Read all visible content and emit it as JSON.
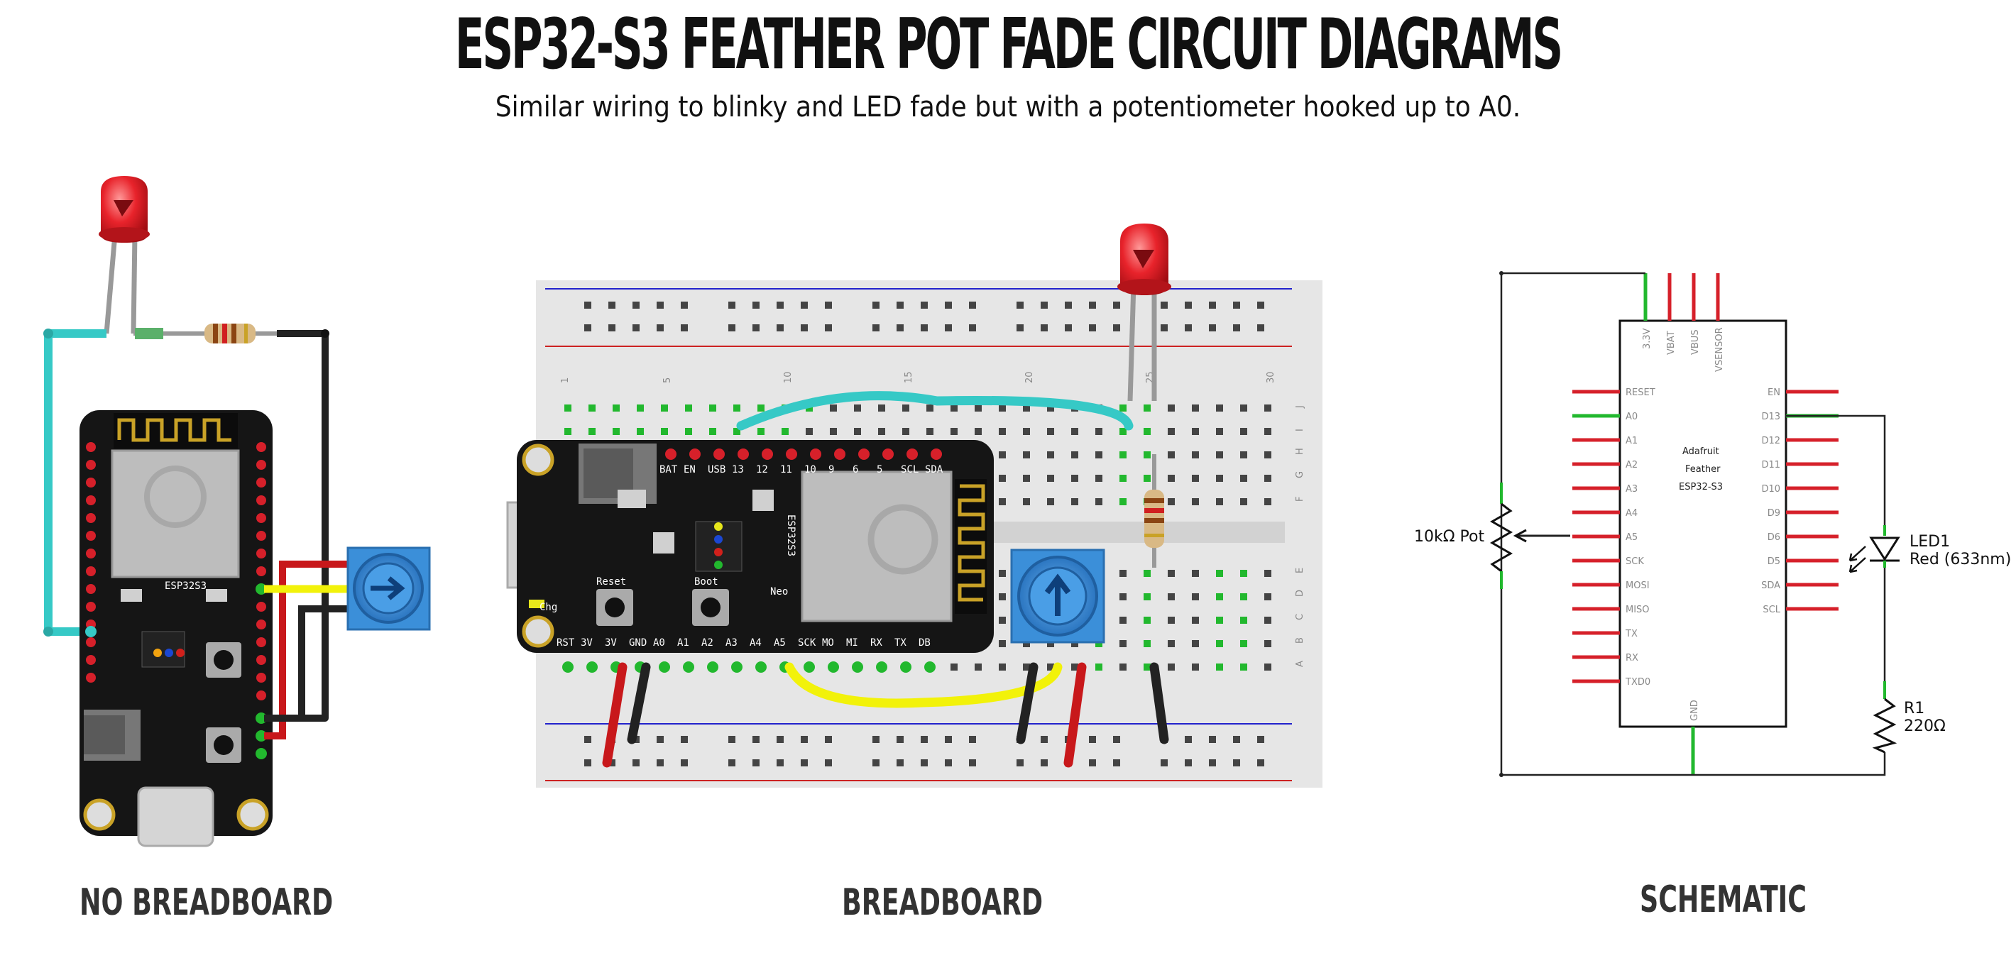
{
  "header": {
    "title": "ESP32-S3 FEATHER POT FADE CIRCUIT DIAGRAMS",
    "subtitle": "Similar wiring to blinky and LED fade but with a potentiometer hooked up to A0."
  },
  "panels": {
    "no_breadboard": "NO BREADBOARD",
    "breadboard": "BREADBOARD",
    "schematic": "SCHEMATIC"
  },
  "schematic": {
    "top_pins": [
      "3.3V",
      "VBAT",
      "VBUS",
      "VSENSOR"
    ],
    "left_pins": [
      "RESET",
      "A0",
      "A1",
      "A2",
      "A3",
      "A4",
      "A5",
      "SCK",
      "MOSI",
      "MISO",
      "TX",
      "RX",
      "TXD0"
    ],
    "right_pins": [
      "EN",
      "D13",
      "D12",
      "D11",
      "D10",
      "D9",
      "D6",
      "D5",
      "SDA",
      "SCL"
    ],
    "bottom_pin": "GND",
    "chip_label": [
      "Adafruit",
      "Feather",
      "ESP32-S3"
    ],
    "pot_label": "10kΩ Pot",
    "led_name": "LED1",
    "led_value": "Red (633nm)",
    "resistor_name": "R1",
    "resistor_value": "220Ω"
  },
  "breadboard": {
    "column_numbers": [
      "1",
      "5",
      "10",
      "15",
      "20",
      "25",
      "30"
    ],
    "row_letters_top": [
      "J",
      "I",
      "H",
      "G",
      "F"
    ],
    "row_letters_bottom": [
      "E",
      "D",
      "C",
      "B",
      "A"
    ],
    "feather_top_pins": [
      "BAT",
      "EN",
      "USB",
      "13",
      "12",
      "11",
      "10",
      "9",
      "6",
      "5",
      "SCL",
      "SDA"
    ],
    "feather_bottom_pins": [
      "RST",
      "3V",
      "3V",
      "GND",
      "A0",
      "A1",
      "A2",
      "A3",
      "A4",
      "A5",
      "SCK",
      "MO",
      "MI",
      "RX",
      "TX",
      "DB"
    ],
    "feather_side_labels": [
      "Reset",
      "Boot",
      "Neo",
      "Chg",
      "ESP32S3"
    ]
  },
  "colors": {
    "wire_cyan": "#36c9c6",
    "wire_yellow": "#f2f20a",
    "wire_red": "#c8181b",
    "wire_black": "#222222",
    "pin_red": "#d6202a",
    "pin_green": "#22b82e",
    "pot_blue": "#3b8fd9",
    "led_red": "#e8232b"
  }
}
